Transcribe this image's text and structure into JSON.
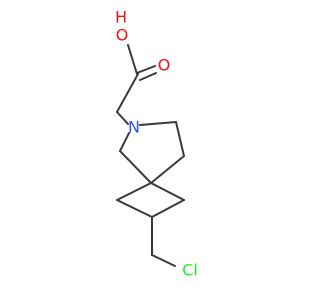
{
  "molecule": {
    "atoms": {
      "hydroxyl_oxygen": {
        "label": "O",
        "color": "#ff0d0d"
      },
      "hydroxyl_hydrogen": {
        "label": "H",
        "color": "#ff0d0d"
      },
      "carbonyl_oxygen": {
        "label": "O",
        "color": "#ff0d0d"
      },
      "nitrogen": {
        "label": "N",
        "color": "#3050f8"
      },
      "chlorine": {
        "label": "Cl",
        "color": "#1ff01f"
      }
    },
    "bond_color": "#3a3a3a"
  }
}
